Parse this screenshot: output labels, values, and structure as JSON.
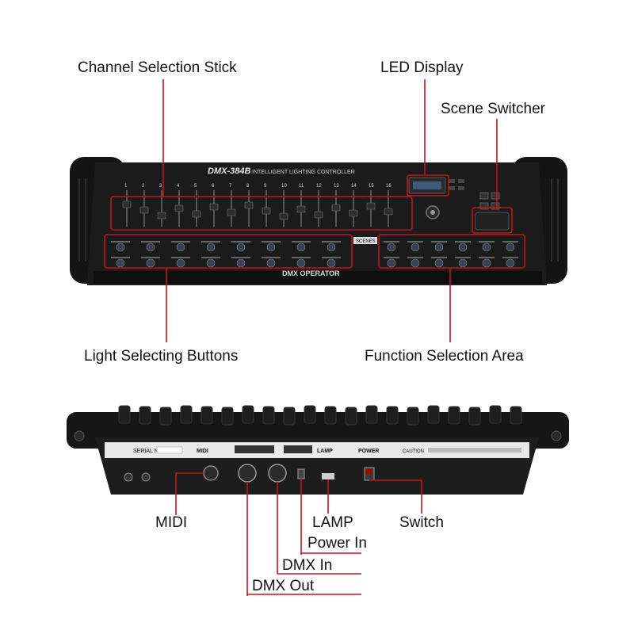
{
  "callouts": {
    "channel_selection_stick": "Channel Selection Stick",
    "led_display": "LED Display",
    "scene_switcher": "Scene Switcher",
    "light_selecting_buttons": "Light Selecting Buttons",
    "function_selection_area": "Function Selection Area",
    "midi": "MIDI",
    "lamp": "LAMP",
    "switch": "Switch",
    "power_in": "Power In",
    "dmx_in": "DMX In",
    "dmx_out": "DMX Out"
  },
  "device_front": {
    "model": "DMX-384B",
    "subtitle": "INTELLIGENT LIGHTING CONTROLLER",
    "footer": "DMX  OPERATOR",
    "scenes_tag": "SCENES",
    "channel_numbers": [
      "1",
      "2",
      "3",
      "4",
      "5",
      "6",
      "7",
      "8",
      "9",
      "10",
      "11",
      "12",
      "13",
      "14",
      "15",
      "16"
    ]
  },
  "device_rear": {
    "serial_label": "SERIAL NO.",
    "midi_label": "MIDI",
    "lamp_label": "LAMP",
    "power_label": "POWER",
    "caution_label": "CAUTION"
  },
  "colors": {
    "callout_line": "#c0141e",
    "device_body": "#1b1b1b"
  }
}
